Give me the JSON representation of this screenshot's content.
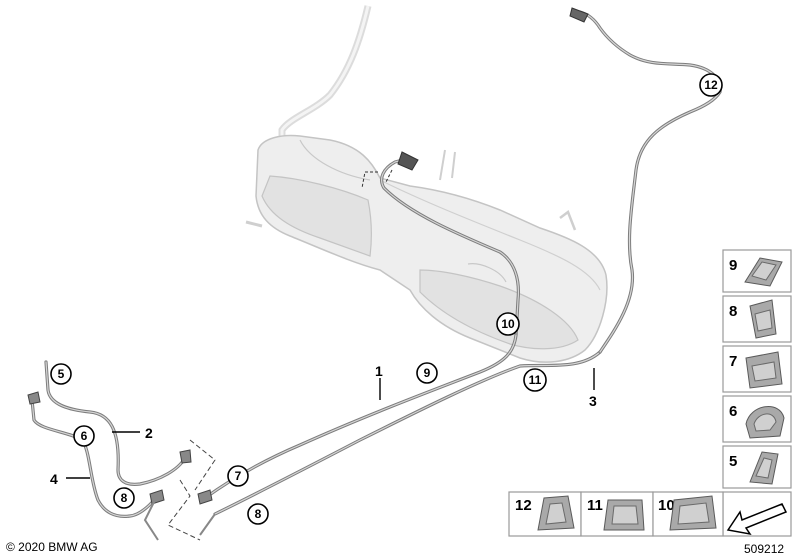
{
  "diagram": {
    "callouts_plain": [
      {
        "id": "1",
        "text": "1"
      },
      {
        "id": "2",
        "text": "2"
      },
      {
        "id": "3",
        "text": "3"
      },
      {
        "id": "4",
        "text": "4"
      }
    ],
    "callouts_circled": [
      {
        "id": "5",
        "text": "5"
      },
      {
        "id": "6",
        "text": "6"
      },
      {
        "id": "7",
        "text": "7"
      },
      {
        "id": "8a",
        "text": "8"
      },
      {
        "id": "8b",
        "text": "8"
      },
      {
        "id": "9",
        "text": "9"
      },
      {
        "id": "10",
        "text": "10"
      },
      {
        "id": "11",
        "text": "11"
      },
      {
        "id": "12",
        "text": "12"
      }
    ],
    "parts_column": [
      "9",
      "8",
      "7",
      "6",
      "5"
    ],
    "parts_row": [
      "12",
      "11",
      "10"
    ]
  },
  "footer": {
    "copyright": "© 2020 BMW AG",
    "diagram_number": "509212"
  }
}
